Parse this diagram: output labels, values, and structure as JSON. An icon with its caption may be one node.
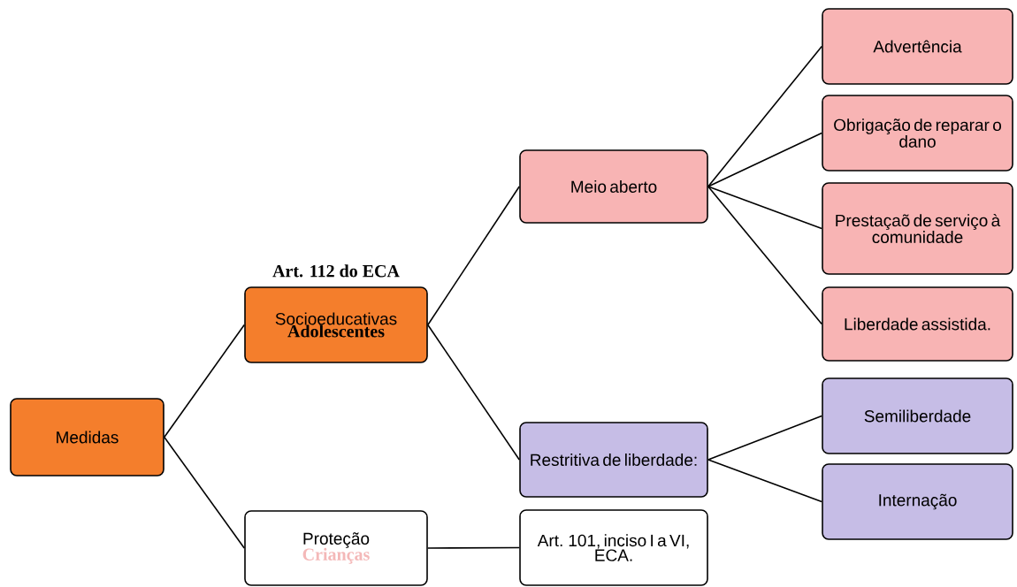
{
  "diagram": {
    "nodes": [
      {
        "text": [
          "Medidas"
        ]
      },
      {
        "text": [
          "Art. 112 do ECA",
          "Socioeducativas",
          "Adolescentes"
        ]
      },
      {
        "text": [
          "Proteção",
          "Crianças"
        ]
      },
      {
        "text": [
          "Meio aberto"
        ]
      },
      {
        "text": [
          "Restritiva de liberdade:"
        ]
      },
      {
        "text": [
          "Art. 101, inciso I a VI, ECA."
        ]
      },
      {
        "text": [
          "Advertência"
        ]
      },
      {
        "text": [
          "Obrigação de reparar o dano"
        ]
      },
      {
        "text": [
          "Prestaçaõ de serviço à comunidade"
        ]
      },
      {
        "text": [
          "Liberdade assistida."
        ]
      },
      {
        "text": [
          "Semiliberdade"
        ]
      },
      {
        "text": [
          "Internação"
        ]
      }
    ],
    "edges": [
      {
        "from": 0,
        "to": 1,
        "arrow": "none"
      },
      {
        "from": 0,
        "to": 2,
        "arrow": "none"
      },
      {
        "from": 1,
        "to": 3,
        "arrow": "none"
      },
      {
        "from": 1,
        "to": 4,
        "arrow": "none"
      },
      {
        "from": 2,
        "to": 5,
        "arrow": "none"
      },
      {
        "from": 3,
        "to": 6,
        "arrow": "none"
      },
      {
        "from": 3,
        "to": 7,
        "arrow": "none"
      },
      {
        "from": 3,
        "to": 8,
        "arrow": "none"
      },
      {
        "from": 3,
        "to": 9,
        "arrow": "none"
      },
      {
        "from": 4,
        "to": 10,
        "arrow": "none"
      },
      {
        "from": 4,
        "to": 11,
        "arrow": "none"
      }
    ]
  }
}
